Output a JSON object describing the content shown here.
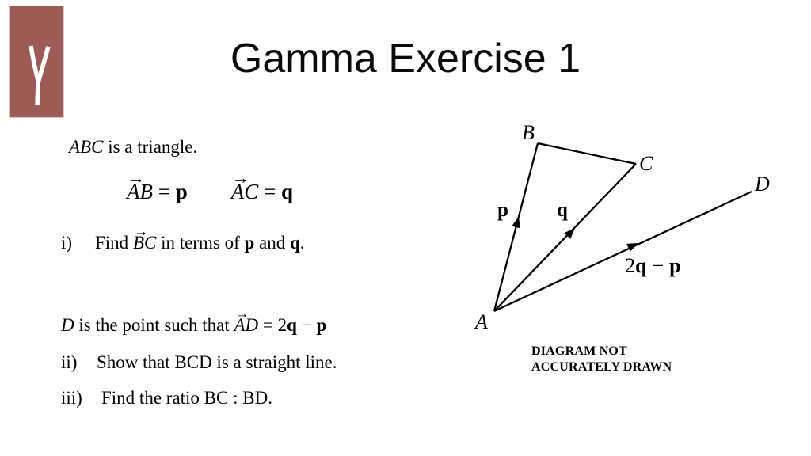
{
  "header": {
    "logo_glyph": "γ",
    "title": "Gamma Exercise 1"
  },
  "colors": {
    "logo_bg": "#9d5b56",
    "ink": "#000000"
  },
  "problem": {
    "arrow": "→",
    "intro": {
      "name": "ABC",
      "rest": " is a triangle."
    },
    "given": {
      "eq1_lhs": "AB",
      "eq1_eq": " = ",
      "eq1_rhs": "p",
      "eq2_lhs": "AC",
      "eq2_eq": " = ",
      "eq2_rhs": "q"
    },
    "part_i": {
      "num": "i)",
      "pre": "Find ",
      "vec": "BC",
      "mid": " in terms of ",
      "p": "p",
      "and": " and ",
      "q": "q",
      "end": "."
    },
    "d_def": {
      "d": "D",
      "mid": " is the point such that ",
      "vec": "AD",
      "eq": " = 2",
      "q": "q",
      "minus": " − ",
      "p": "p"
    },
    "part_ii": {
      "num": "ii)",
      "text": "Show that BCD is a straight line."
    },
    "part_iii": {
      "num": "iii)",
      "text": "Find the ratio BC : BD."
    }
  },
  "diagram": {
    "vertices": {
      "a": "A",
      "b": "B",
      "c": "C",
      "d": "D"
    },
    "vectors": {
      "p": "p",
      "q": "q",
      "ad_coeff": "2",
      "ad_q": "q",
      "ad_minus": "−",
      "ad_p": "p"
    },
    "note": {
      "line1": "DIAGRAM NOT",
      "line2": "ACCURATELY DRAWN"
    }
  }
}
